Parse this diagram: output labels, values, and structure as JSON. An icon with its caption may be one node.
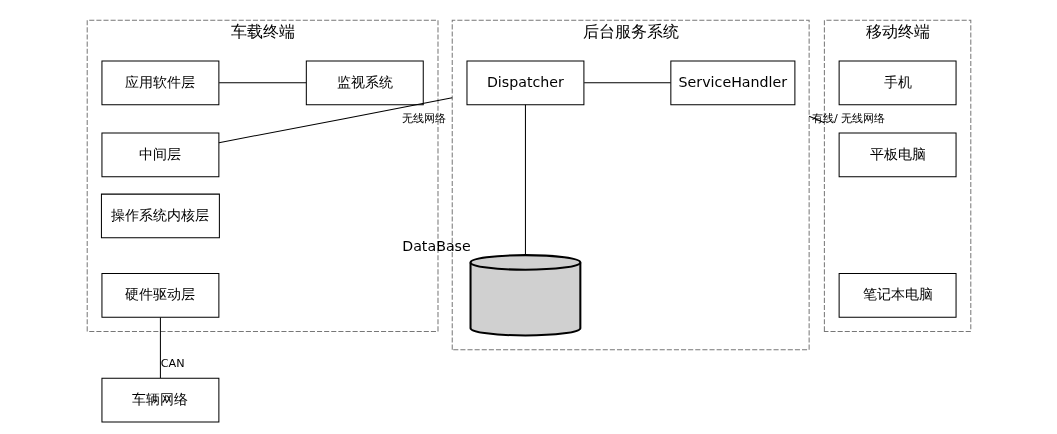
{
  "diagram": {
    "nodes": [
      {
        "text": [
          "车载终端"
        ]
      },
      {
        "text": [
          "应用软件层"
        ],
        "in": 0
      },
      {
        "text": [
          "中间层"
        ],
        "in": 0
      },
      {
        "text": [
          "操作系统内核层"
        ],
        "in": 0
      },
      {
        "text": [
          "硬件驱动层"
        ],
        "in": 0
      },
      {
        "text": [
          "监视系统"
        ],
        "in": 0
      },
      {
        "text": [
          "车辆网络"
        ]
      },
      {
        "text": [
          "后台服务系统"
        ]
      },
      {
        "text": [
          "Dispatcher"
        ],
        "in": 7
      },
      {
        "text": [
          "ServiceHandler"
        ],
        "in": 7
      },
      {
        "text": [],
        "shape": "cylinder",
        "beside": [
          "DataBase"
        ],
        "in": 7
      },
      {
        "text": [
          "移动终端"
        ]
      },
      {
        "text": [
          "手机"
        ],
        "in": 11
      },
      {
        "text": [
          "平板电脑"
        ],
        "in": 11
      },
      {
        "text": [
          "笔记本电脑"
        ],
        "in": 11
      }
    ],
    "edges": [
      {
        "from": 1,
        "to": 5,
        "arrow": "none"
      },
      {
        "from": 2,
        "to": 7,
        "arrow": "none",
        "label": "无线网络"
      },
      {
        "from": 4,
        "to": 6,
        "arrow": "none",
        "label": "CAN"
      },
      {
        "from": 8,
        "to": 9,
        "arrow": "none"
      },
      {
        "from": 8,
        "to": 10,
        "arrow": "none"
      },
      {
        "from": 7,
        "to": 11,
        "arrow": "none",
        "label": "有线/ 无线网络"
      }
    ]
  }
}
